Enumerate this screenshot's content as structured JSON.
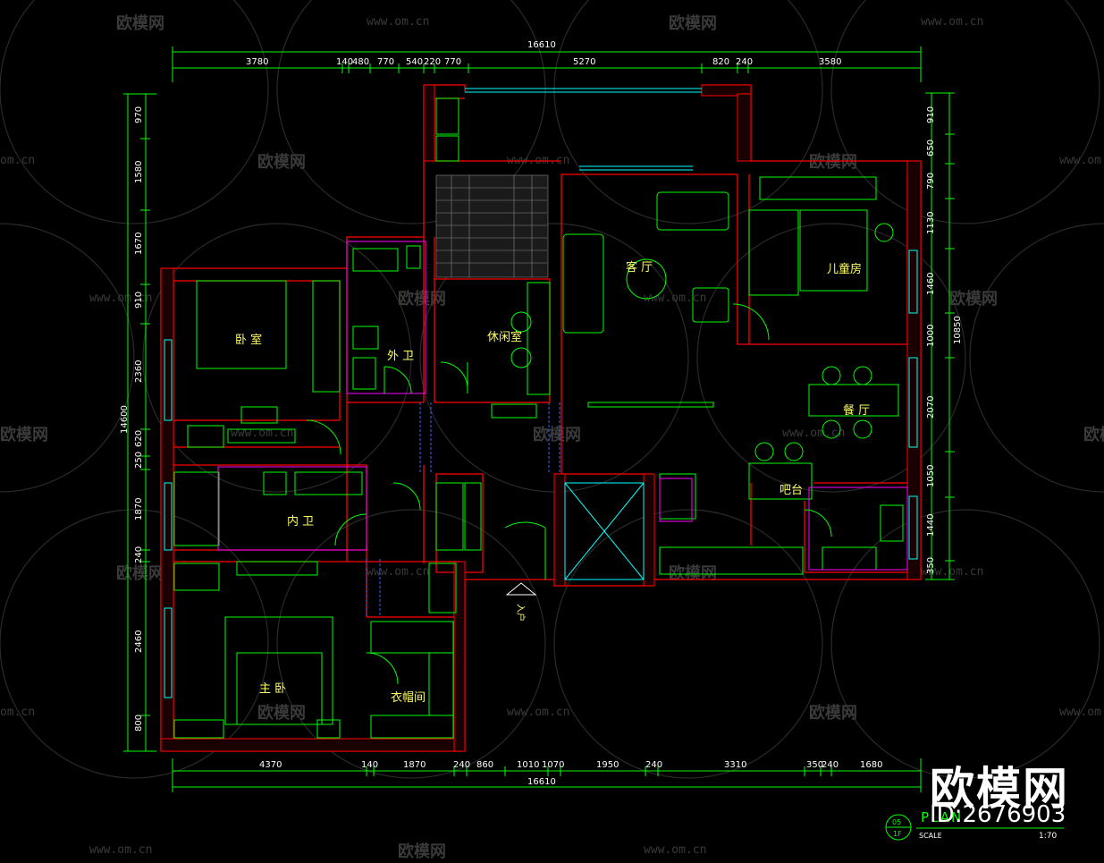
{
  "watermarks": {
    "brand_cn": "欧模网",
    "url": "www.om.cn",
    "url_short": "om.cn"
  },
  "dimensions": {
    "top_total": "16610",
    "top_segments": [
      "3780",
      "140",
      "480",
      "770",
      "540",
      "220",
      "770",
      "5270",
      "820",
      "240",
      "3580"
    ],
    "bottom_total": "16610",
    "bottom_segments": [
      "4370",
      "140",
      "1870",
      "240",
      "860",
      "1010",
      "1070",
      "1950",
      "240",
      "3310",
      "350",
      "240",
      "1680"
    ],
    "left_total": "14600",
    "left_segments": [
      "970",
      "1580",
      "1670",
      "910",
      "2360",
      "620",
      "250",
      "1870",
      "240",
      "2460",
      "800"
    ],
    "right_total": "10850",
    "right_segments": [
      "910",
      "650",
      "790",
      "1130",
      "1460",
      "1000",
      "2070",
      "1050",
      "1440",
      "350"
    ]
  },
  "rooms": {
    "bedroom": "卧 室",
    "outer_bath": "外 卫",
    "leisure": "休闲室",
    "living": "客 厅",
    "kids": "儿童房",
    "dining": "餐 厅",
    "bar": "吧台",
    "inner_bath": "内 卫",
    "master": "主 卧",
    "closet": "衣帽间",
    "entry": "入户"
  },
  "plan_title": "PLAN",
  "brand": {
    "name": "欧模网",
    "id": "ID:2676903"
  },
  "scale": {
    "label": "SCALE",
    "value": "1:70",
    "sheet_top": "05",
    "sheet_bottom": "1F"
  },
  "colors": {
    "wall": "#ff0000",
    "dim_line": "#00ff00",
    "furniture": "#00ff00",
    "magenta": "#ff00ff",
    "cyan": "#00ffff",
    "room_text": "#ffff66"
  }
}
